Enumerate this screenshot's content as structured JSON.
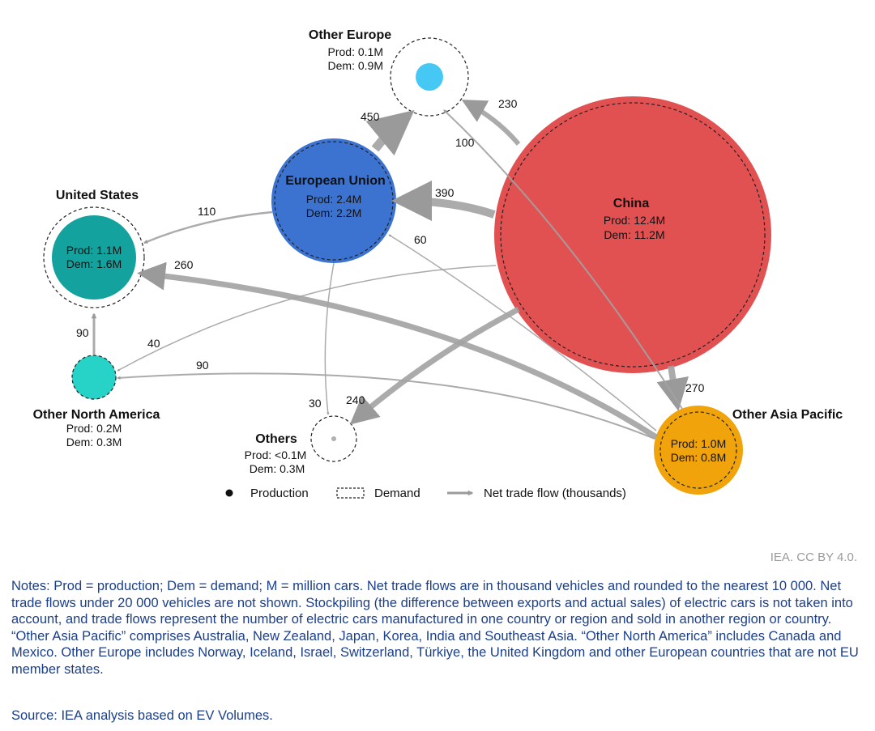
{
  "regions": {
    "other_europe": {
      "name": "Other Europe",
      "prod": "Prod: 0.1M",
      "dem": "Dem: 0.9M",
      "color": "#46c8f5"
    },
    "eu": {
      "name": "European Union",
      "prod": "Prod: 2.4M",
      "dem": "Dem: 2.2M",
      "color": "#3c73d0"
    },
    "china": {
      "name": "China",
      "prod": "Prod: 12.4M",
      "dem": "Dem: 11.2M",
      "color": "#e04848"
    },
    "us": {
      "name": "United States",
      "prod": "Prod: 1.1M",
      "dem": "Dem: 1.6M",
      "color": "#13a29e"
    },
    "other_na": {
      "name": "Other North America",
      "prod": "Prod: 0.2M",
      "dem": "Dem: 0.3M",
      "color": "#27d3c6"
    },
    "others": {
      "name": "Others",
      "prod": "Prod: <0.1M",
      "dem": "Dem: 0.3M",
      "color": "#b0b0b0"
    },
    "other_ap": {
      "name": "Other Asia Pacific",
      "prod": "Prod: 1.0M",
      "dem": "Dem: 0.8M",
      "color": "#f0a30a"
    }
  },
  "flows": [
    {
      "from": "china",
      "to": "eu",
      "value": "390"
    },
    {
      "from": "china",
      "to": "other_europe",
      "value": "230"
    },
    {
      "from": "eu",
      "to": "other_europe",
      "value": "450"
    },
    {
      "from": "eu",
      "to": "us",
      "value": "110"
    },
    {
      "from": "other_ap",
      "to": "us",
      "value": "260"
    },
    {
      "from": "other_na",
      "to": "us",
      "value": "90"
    },
    {
      "from": "china",
      "to": "other_na",
      "value": "40"
    },
    {
      "from": "other_ap",
      "to": "other_na",
      "value": "90"
    },
    {
      "from": "china",
      "to": "other_ap",
      "value": "270"
    },
    {
      "from": "other_ap",
      "to": "other_europe",
      "value": "100"
    },
    {
      "from": "other_ap",
      "to": "eu",
      "value": "60"
    },
    {
      "from": "china",
      "to": "others",
      "value": "240"
    },
    {
      "from": "eu",
      "to": "others",
      "value": "30"
    }
  ],
  "legend": {
    "production": "Production",
    "demand": "Demand",
    "flow": "Net trade flow (thousands)"
  },
  "credit": "IEA. CC BY 4.0.",
  "notes": "Notes: Prod = production; Dem = demand; M = million cars. Net trade flows are in thousand vehicles and rounded to the nearest 10 000. Net trade flows under 20 000 vehicles are not shown. Stockpiling (the difference between exports and actual sales) of electric cars is not taken into account, and trade flows represent the number of electric cars manufactured in one country or region and sold in another region or country. “Other Asia Pacific” comprises Australia, New Zealand, Japan, Korea, India and Southeast Asia. “Other North America” includes Canada and Mexico. Other Europe includes Norway, Iceland, Israel, Switzerland, Türkiye, the United Kingdom and other European countries that are not EU member states.",
  "source": "Source: IEA analysis based on EV Volumes."
}
